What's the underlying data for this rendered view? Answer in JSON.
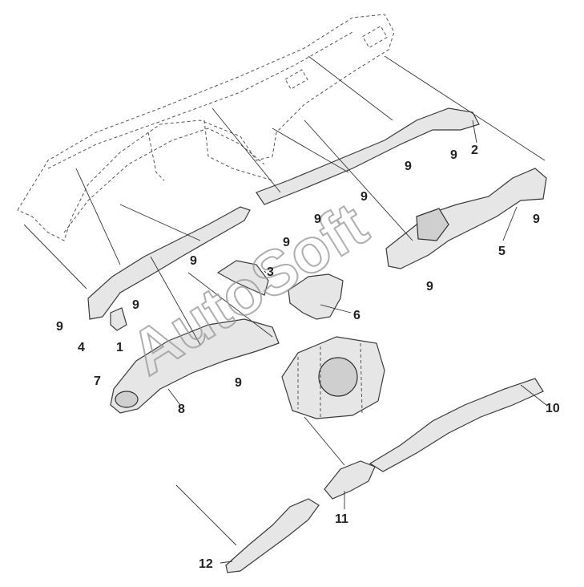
{
  "watermark": "AutoSoft",
  "callouts": {
    "c1": "1",
    "c2": "2",
    "c3": "3",
    "c4": "4",
    "c5": "5",
    "c6": "6",
    "c7": "7",
    "c8": "8",
    "c9": "9",
    "c10": "10",
    "c11": "11",
    "c12": "12"
  },
  "colors": {
    "line": "#3a3a3a",
    "fill": "#e6e6e6",
    "watermark": "#9a9a9a"
  }
}
